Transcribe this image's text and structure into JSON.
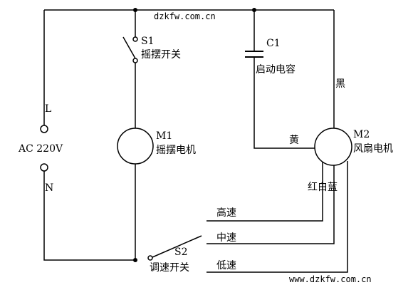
{
  "labels": {
    "watermark_top": "dzkfw.com.cn",
    "watermark_bottom": "www.dzkfw.com.cn",
    "s1": "S1",
    "s1_name": "摇摆开关",
    "m1": "M1",
    "m1_name": "摇摆电机",
    "c1": "C1",
    "c1_name": "启动电容",
    "black": "黑",
    "yellow": "黄",
    "m2": "M2",
    "m2_name": "风扇电机",
    "red_white_blue": "红白蓝",
    "ac_l": "L",
    "ac_voltage": "AC  220V",
    "ac_n": "N",
    "high": "高速",
    "mid": "中速",
    "low": "低速",
    "s2": "S2",
    "s2_name": "调速开关"
  }
}
